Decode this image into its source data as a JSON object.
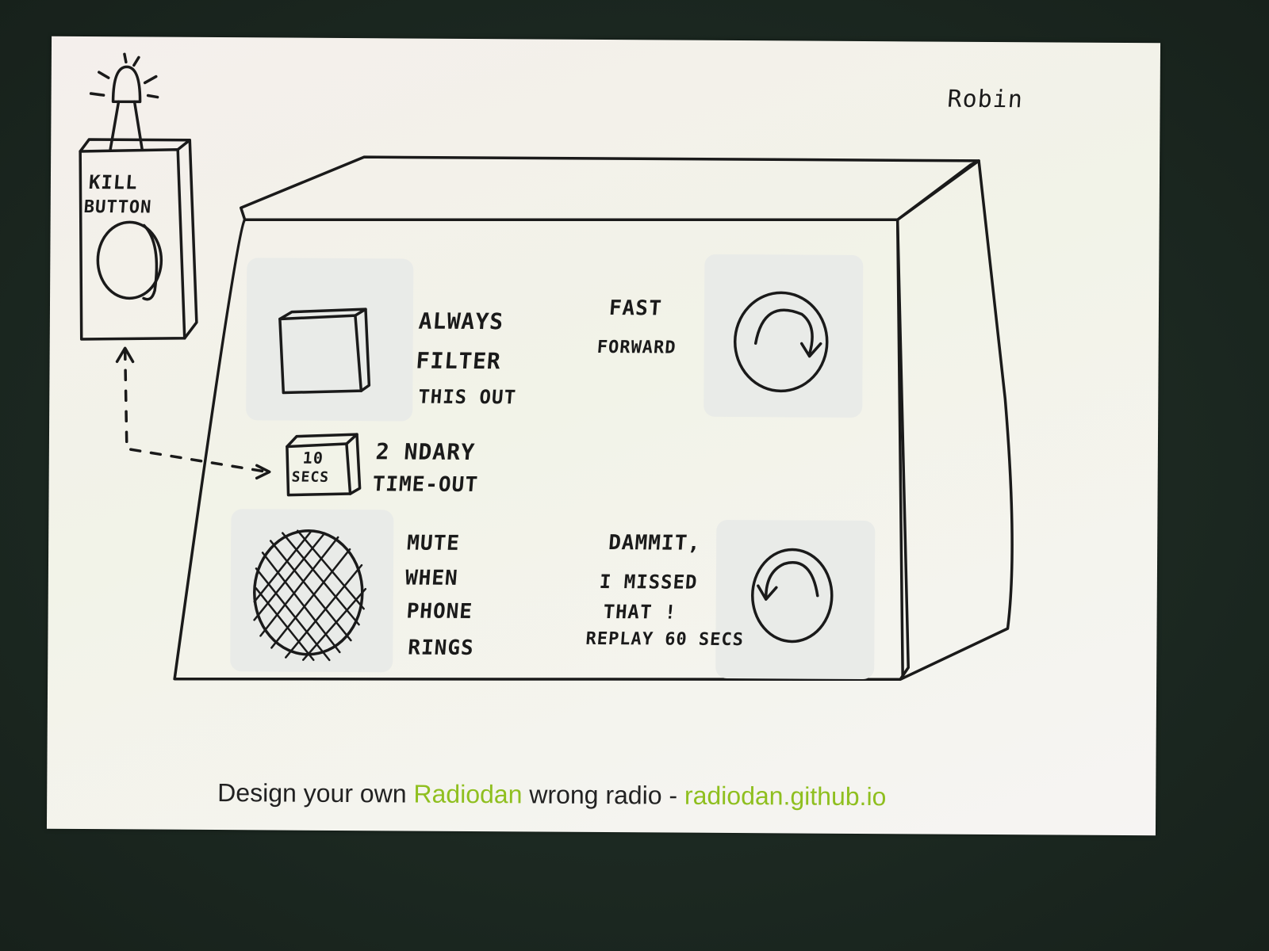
{
  "author": "Robin",
  "kill_box": {
    "line1": "KILL",
    "line2": "BUTTON"
  },
  "timer_box": {
    "line1": "10",
    "line2": "SECS"
  },
  "labels": {
    "always_filter": [
      "ALWAYS",
      "FILTER",
      "THIS OUT"
    ],
    "fast_forward": [
      "FAST",
      "FORWARD"
    ],
    "secondary_timeout": [
      "2 NDARY",
      "TIME-OUT"
    ],
    "mute": [
      "MUTE",
      "WHEN",
      "PHONE",
      "RINGS"
    ],
    "dammit": [
      "DAMMIT,",
      "I MISSED",
      "THAT !",
      "REPLAY 60 SECS"
    ]
  },
  "footer": {
    "part1": "Design your own ",
    "brand": "Radiodan",
    "part2": " wrong radio - ",
    "url": "radiodan.github.io"
  },
  "colors": {
    "brand_green": "#8fbf1f",
    "ink": "#1a1a1a",
    "background": "#1d2a22"
  }
}
